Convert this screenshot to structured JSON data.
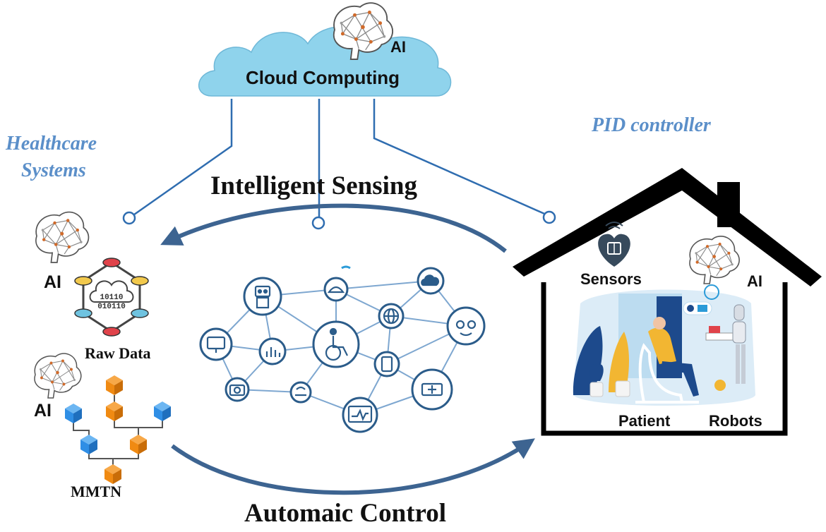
{
  "cloud": {
    "label": "Cloud Computing",
    "ai": "AI"
  },
  "side_labels": {
    "healthcare_line1": "Healthcare",
    "healthcare_line2": "Systems",
    "pid": "PID controller"
  },
  "flows": {
    "top": "Intelligent Sensing",
    "bottom": "Automaic Control"
  },
  "left_panel": {
    "ai_1": "AI",
    "raw_data": "Raw Data",
    "raw_data_bits": [
      "10110",
      "010110"
    ],
    "ai_2": "AI",
    "mmtn": "MMTN"
  },
  "house": {
    "sensors": "Sensors",
    "ai": "AI",
    "patient": "Patient",
    "robots": "Robots"
  },
  "network_icons": [
    "robot-icon",
    "nurse-cap-icon",
    "cloud-icon",
    "monitor-icon",
    "bar-chart-icon",
    "wheelchair-icon",
    "globe-icon",
    "elderly-face-icon",
    "camera-icon",
    "wifi-router-icon",
    "tablet-icon",
    "ambulance-icon",
    "ecg-monitor-icon"
  ],
  "colors": {
    "cloud_fill": "#8fd3ec",
    "connector": "#2f6db0",
    "arrow": "#3d6491",
    "italic_label": "#5b8fc9",
    "network_line": "#7ea7d0",
    "house_outline": "#000000",
    "cube_blue": "#2f8ee5",
    "cube_orange": "#f08a12"
  }
}
